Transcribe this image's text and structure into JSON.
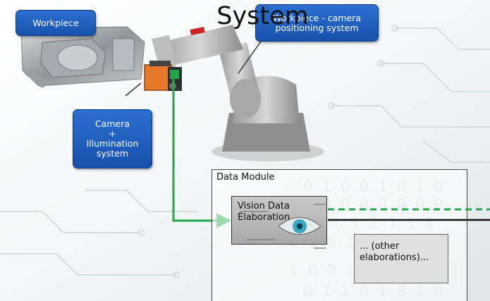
{
  "title": "System",
  "labels": {
    "workpiece": "Workpiece",
    "positioning": "Workpiece - camera\npositioning system",
    "camera": "Camera\n+\nIllumination\nsystem"
  },
  "data_module": {
    "title": "Data Module",
    "vision": "Vision Data\nElaboration",
    "other": "... (other\nelaborations)..."
  },
  "colors": {
    "label_blue": "#1f5fc0",
    "arrow_green": "#1fa84a",
    "camera_orange": "#e8782a"
  }
}
